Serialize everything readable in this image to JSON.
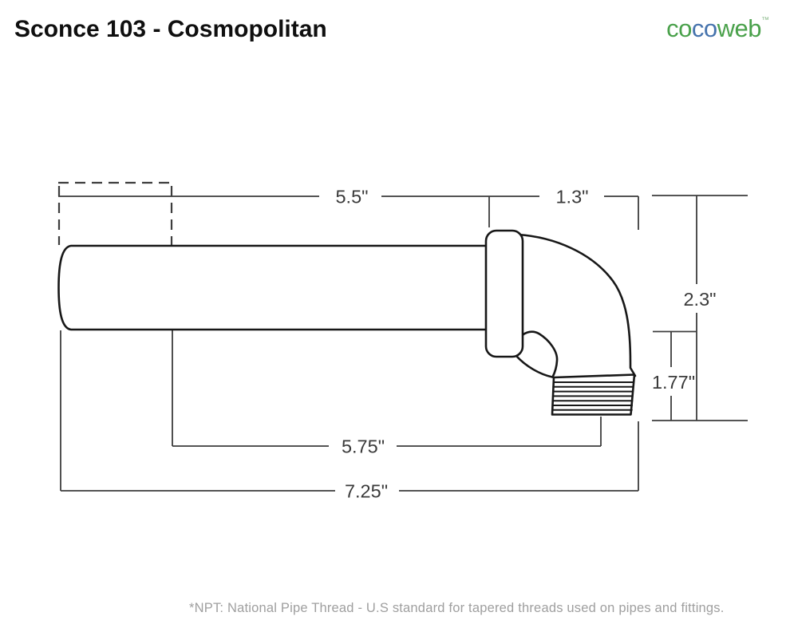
{
  "header": {
    "title": "Sconce 103 - Cosmopolitan",
    "logo": {
      "co1": "co",
      "co2": "co",
      "web": "web",
      "trademark": "™",
      "green": "#4aa14b",
      "blue": "#4673ad"
    }
  },
  "diagram": {
    "line_color": "#171717",
    "dim_color": "#3d3d3d",
    "label_color": "#3a3a3a",
    "dimensions": {
      "backplate_width": "5.5\"",
      "elbow_width": "1.3\"",
      "elbow_height": "2.3\"",
      "thread_length": "1.77\"",
      "arm_length": "5.75\"",
      "overall_length": "7.25\""
    }
  },
  "footnote": {
    "text": "*NPT: National Pipe Thread - U.S standard for tapered threads used on pipes and fittings.",
    "color": "#9f9f9f"
  }
}
